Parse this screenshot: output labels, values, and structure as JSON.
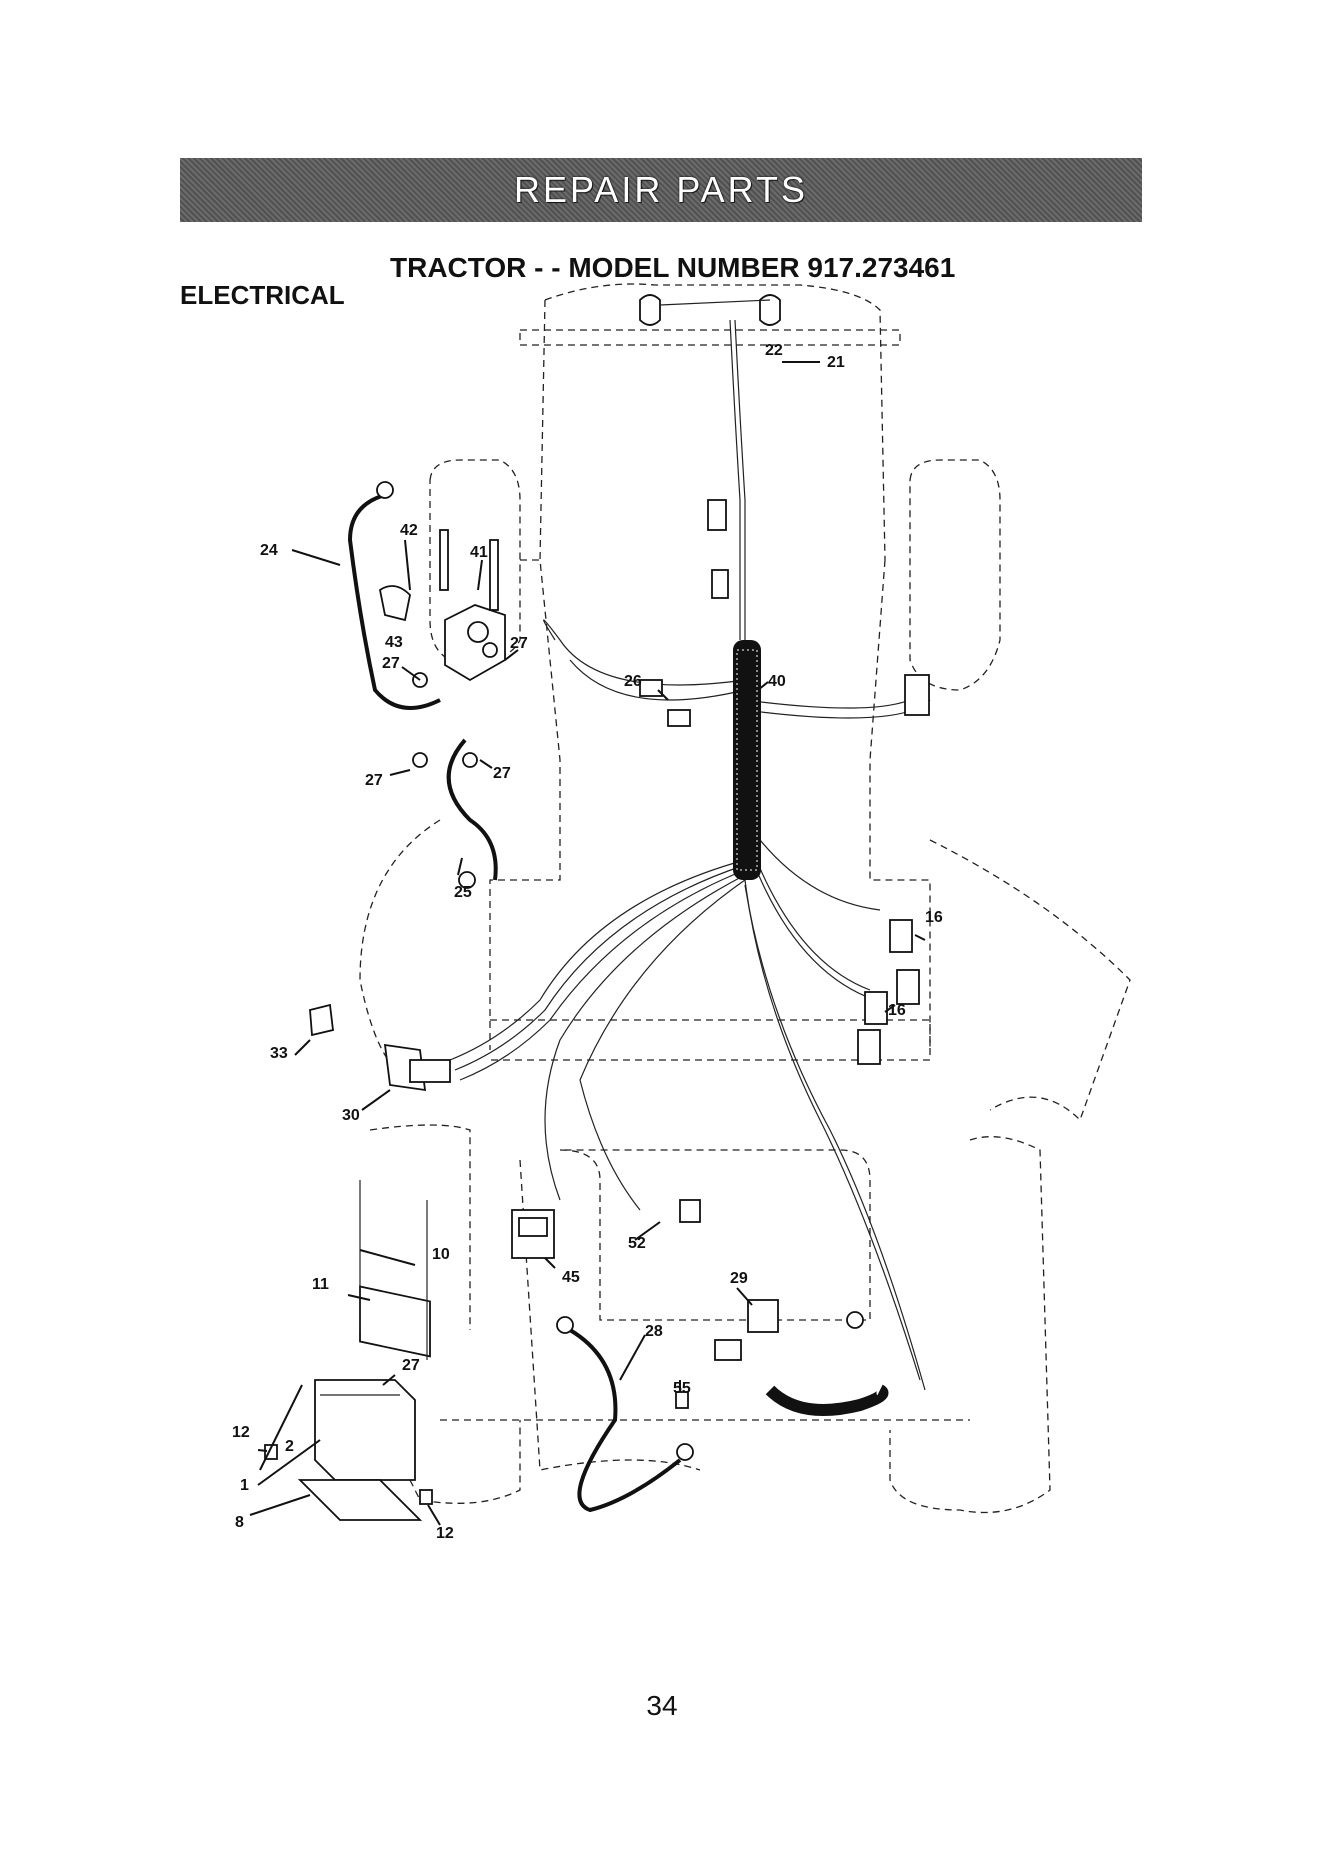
{
  "header": {
    "banner": "REPAIR PARTS",
    "subtitle": "TRACTOR - - MODEL NUMBER 917.273461",
    "section": "ELECTRICAL"
  },
  "diagram": {
    "callouts": [
      "22",
      "21",
      "24",
      "42",
      "41",
      "43",
      "27",
      "27",
      "26",
      "40",
      "27",
      "27",
      "25",
      "16",
      "16",
      "33",
      "30",
      "10",
      "11",
      "52",
      "45",
      "29",
      "28",
      "27",
      "55",
      "12",
      "2",
      "1",
      "8",
      "12"
    ]
  },
  "footer": {
    "page_number": "34"
  }
}
